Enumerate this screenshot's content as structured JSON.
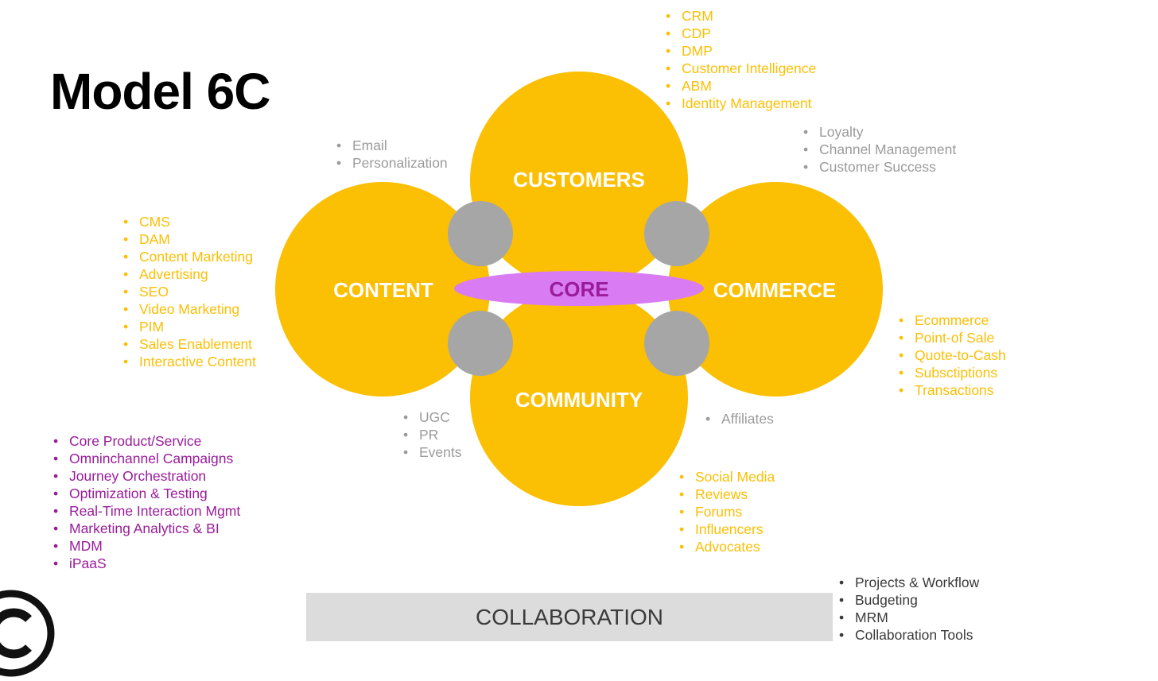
{
  "title": "Model 6C",
  "colors": {
    "orange": "#FBBF04",
    "gray_circle": "#A6A6A6",
    "core_fill": "#D97CF3",
    "core_text": "#9A1C9A",
    "gray_text": "#9B9B9B",
    "purple_text": "#9A1C9A",
    "dark_text": "#3A3A3A",
    "collab_bar": "#DCDCDC"
  },
  "circles": {
    "customers": "CUSTOMERS",
    "content": "CONTENT",
    "commerce": "COMMERCE",
    "community": "COMMUNITY",
    "core": "CORE"
  },
  "lists": {
    "customers": [
      "CRM",
      "CDP",
      "DMP",
      "Customer Intelligence",
      "ABM",
      "Identity Management"
    ],
    "customers_content": [
      "Email",
      "Personalization"
    ],
    "customers_commerce": [
      "Loyalty",
      "Channel Management",
      "Customer Success"
    ],
    "content": [
      "CMS",
      "DAM",
      "Content Marketing",
      "Advertising",
      "SEO",
      "Video Marketing",
      "PIM",
      "Sales Enablement",
      "Interactive Content"
    ],
    "commerce": [
      "Ecommerce",
      "Point-of Sale",
      "Quote-to-Cash",
      "Subsctiptions",
      "Transactions"
    ],
    "content_community": [
      "UGC",
      "PR",
      "Events"
    ],
    "commerce_community": [
      "Affiliates"
    ],
    "community": [
      "Social Media",
      "Reviews",
      "Forums",
      "Influencers",
      "Advocates"
    ],
    "core": [
      "Core Product/Service",
      "Omninchannel Campaigns",
      "Journey Orchestration",
      "Optimization & Testing",
      "Real-Time Interaction Mgmt",
      "Marketing Analytics & BI",
      "MDM",
      "iPaaS"
    ],
    "collaboration": [
      "Projects & Workflow",
      "Budgeting",
      "MRM",
      "Collaboration Tools"
    ]
  },
  "collaboration_label": "COLLABORATION",
  "logo_icon": "copyright-c-logo"
}
